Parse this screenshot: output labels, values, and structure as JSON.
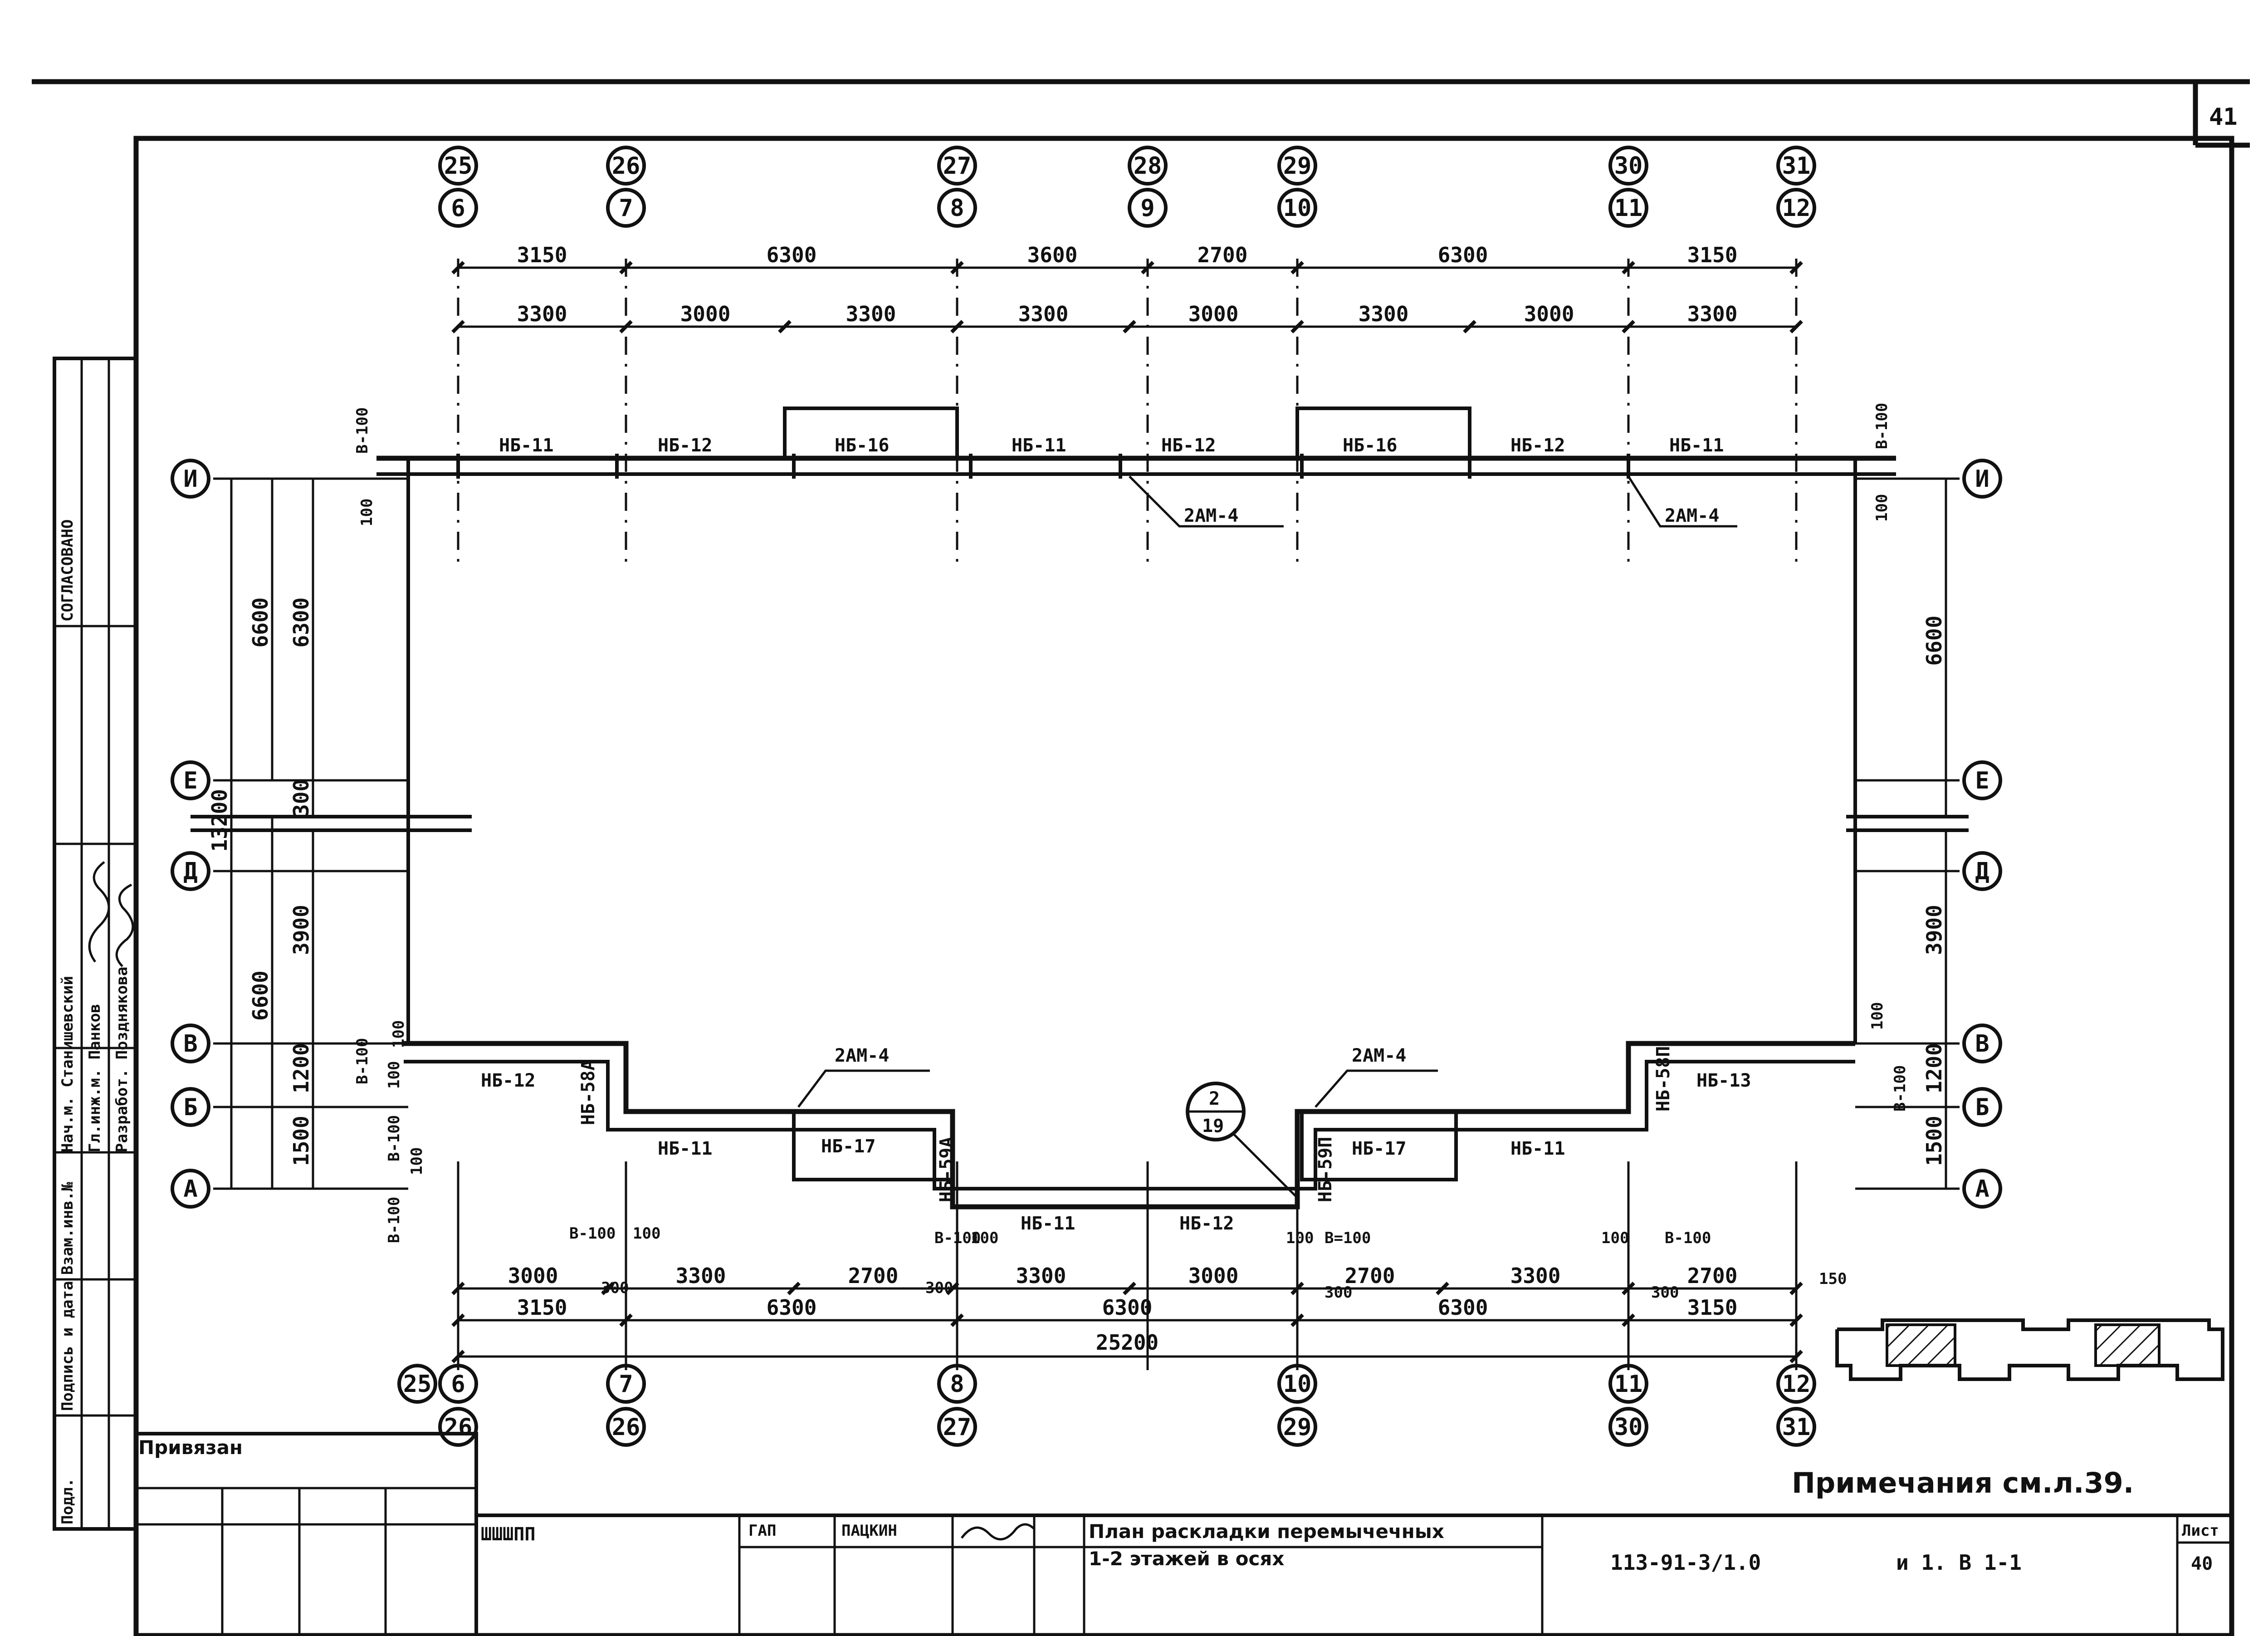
{
  "sheet_number": "41",
  "sheet_label": "Лист",
  "sheet_value": "40",
  "stamp": {
    "privyazan": "Привязан",
    "inv": "ШШШПП",
    "gap_role": "ГАП",
    "gap_name": "ПАЦКИН",
    "title_line1": "План раскладки перемычечных",
    "title_line2": "1-2 этажей в осях",
    "doc_code": "113-91-3/1.0",
    "doc_suffix": "и 1. В 1-1"
  },
  "side_stamp": {
    "agreed": "СОГЛАСОВАНО",
    "nach": "Нач.м. Станишевский",
    "gl": "Гл.инж.м. Панков",
    "razrab": "Разработ. Позднякова",
    "vzam": "Взам.инв.№",
    "podpis": "Подпись и дата",
    "podl": "Подл."
  },
  "note": "Примечания см.л.39.",
  "axes_top": [
    {
      "upper": "25",
      "lower": "6"
    },
    {
      "upper": "26",
      "lower": "7"
    },
    {
      "upper": "27",
      "lower": "8"
    },
    {
      "upper": "28",
      "lower": "9"
    },
    {
      "upper": "29",
      "lower": "10"
    },
    {
      "upper": "30",
      "lower": "11"
    },
    {
      "upper": "31",
      "lower": "12"
    }
  ],
  "axes_bottom": [
    {
      "upper": "6",
      "lower": "26",
      "extra": "25"
    },
    {
      "upper": "7",
      "lower": "26"
    },
    {
      "upper": "8",
      "lower": "27"
    },
    {
      "upper": "10",
      "lower": "29"
    },
    {
      "upper": "11",
      "lower": "30"
    },
    {
      "upper": "12",
      "lower": "31"
    }
  ],
  "axes_rows": [
    "И",
    "Е",
    "Д",
    "В",
    "Б",
    "А"
  ],
  "dims_top_row1": [
    "3150",
    "6300",
    "3600",
    "2700",
    "6300",
    "3150"
  ],
  "dims_top_row2": [
    "3300",
    "3000",
    "3300",
    "3300",
    "3000",
    "3300",
    "3000",
    "3300"
  ],
  "dims_bottom_row1": [
    "3000",
    "3300",
    "2700",
    "3300",
    "3000",
    "2700",
    "3300",
    "2700"
  ],
  "dims_bottom_row2": [
    "3150",
    "6300",
    "6300",
    "6300",
    "3150"
  ],
  "dims_bottom_total": "25200",
  "dims_bottom_small": [
    "В-100",
    "100",
    "300",
    "В-100",
    "100",
    "300",
    "100",
    "В=100",
    "300",
    "100",
    "В-100",
    "300",
    "150"
  ],
  "dims_left": [
    "6600",
    "6300",
    "300",
    "13200",
    "6600",
    "3900",
    "1200",
    "1500"
  ],
  "dims_left_small": [
    "В-100",
    "100",
    "100",
    "В-100",
    "100",
    "В-100",
    "100",
    "В-100"
  ],
  "dims_right": [
    "6600",
    "3900",
    "1200",
    "1500"
  ],
  "dims_right_small": [
    "В-100",
    "100",
    "100",
    "В-100"
  ],
  "lintels_top": [
    "НБ-11",
    "НБ-12",
    "НБ-16",
    "НБ-11",
    "НБ-12",
    "НБ-16",
    "НБ-12",
    "НБ-11"
  ],
  "lintels_bottom": [
    "НБ-12",
    "НБ-58А",
    "НБ-11",
    "НБ-17",
    "НБ-59А",
    "НБ-11",
    "НБ-12",
    "НБ-59П",
    "НБ-17",
    "НБ-11",
    "НБ-58П",
    "НБ-13"
  ],
  "callouts": [
    "2АМ-4",
    "2АМ-4",
    "2АМ-4",
    "2АМ-4"
  ],
  "detail_ref": {
    "top": "2",
    "bottom": "19"
  }
}
